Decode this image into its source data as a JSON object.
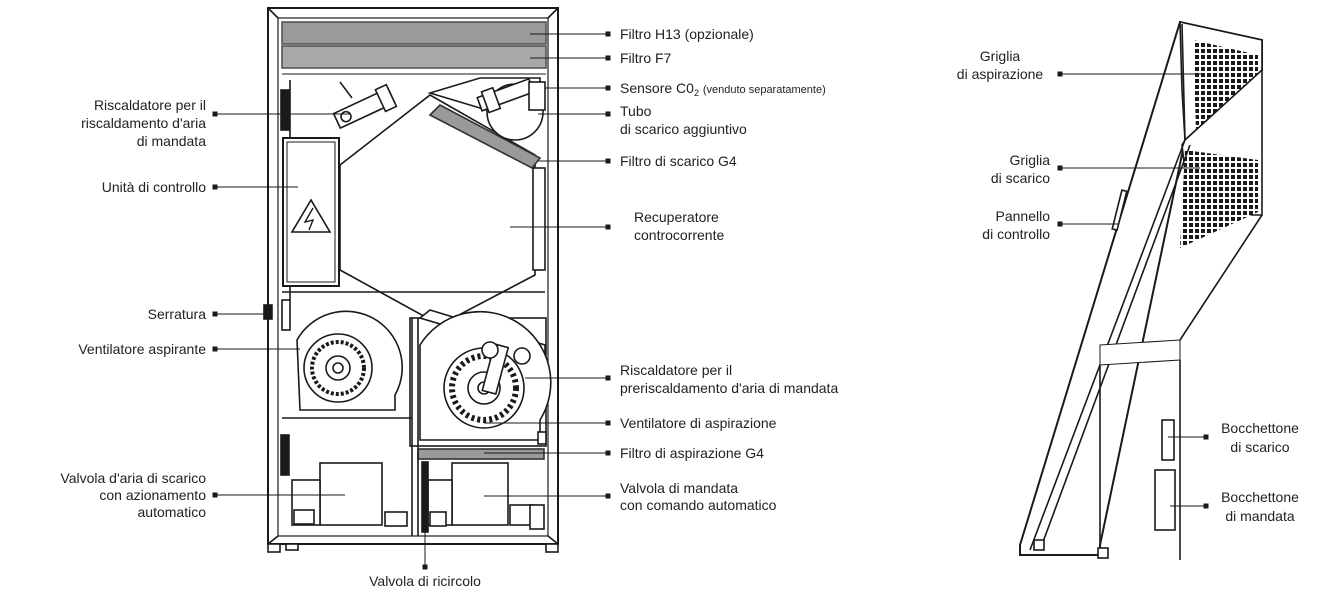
{
  "labels": {
    "filtro_h13": "Filtro H13 (opzionale)",
    "filtro_f7": "Filtro F7",
    "sensore_main": "Sensore C0",
    "sensore_sub": "2",
    "sensore_note": "(venduto separatamente)",
    "tubo_1": "Tubo",
    "tubo_2": "di scarico aggiuntivo",
    "filtro_scarico": "Filtro di scarico G4",
    "recuperatore_1": "Recuperatore",
    "recuperatore_2": "controcorrente",
    "risc_pre_1": "Riscaldatore per il",
    "risc_pre_2": "preriscaldamento d'aria di mandata",
    "vent_aspirazione": "Ventilatore di aspirazione",
    "filtro_aspirazione": "Filtro di aspirazione G4",
    "valvola_mandata_1": "Valvola di mandata",
    "valvola_mandata_2": "con comando automatico",
    "risc_mandata_1": "Riscaldatore per il",
    "risc_mandata_2": "riscaldamento d'aria",
    "risc_mandata_3": "di mandata",
    "unita_controllo": "Unità di controllo",
    "serratura": "Serratura",
    "vent_aspirante": "Ventilatore aspirante",
    "valvola_scarico_1": "Valvola d'aria di scarico",
    "valvola_scarico_2": "con azionamento",
    "valvola_scarico_3": "automatico",
    "valvola_ricircolo": "Valvola di ricircolo",
    "griglia_asp_1": "Griglia",
    "griglia_asp_2": "di aspirazione",
    "griglia_sca_1": "Griglia",
    "griglia_sca_2": "di scarico",
    "pannello_1": "Pannello",
    "pannello_2": "di controllo",
    "bocch_sca_1": "Bocchettone",
    "bocch_sca_2": "di scarico",
    "bocch_man_1": "Bocchettone",
    "bocch_man_2": "di mandata"
  },
  "colors": {
    "line": "#1a1a1a",
    "filter_fill": "#9a9a9a",
    "filter_f7": "#a8a8a8",
    "pipe_fill": "#bdbdbd",
    "background": "#ffffff"
  }
}
